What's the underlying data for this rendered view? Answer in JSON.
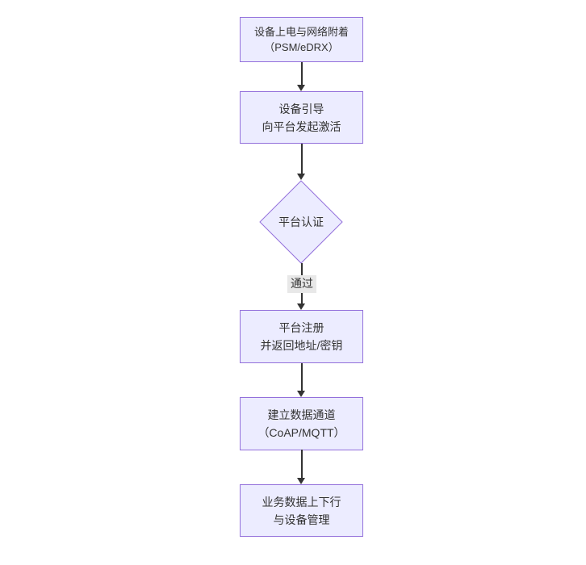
{
  "diagram": {
    "type": "flowchart-vertical",
    "colors": {
      "node_fill": "#ECECFF",
      "node_border": "#9370DB",
      "arrow": "#333333",
      "text": "#333333",
      "edge_label_bg": "#e8e8e8",
      "background": "#ffffff"
    },
    "nodes": {
      "power": {
        "line1": "设备上电与网络附着",
        "line2": "（PSM/eDRX）"
      },
      "bootstrap": {
        "line1": "设备引导",
        "line2": "向平台发起激活"
      },
      "auth": {
        "label": "平台认证",
        "shape": "diamond"
      },
      "register": {
        "line1": "平台注册",
        "line2": "并返回地址/密钥"
      },
      "channel": {
        "line1": "建立数据通道",
        "line2": "（CoAP/MQTT）"
      },
      "business": {
        "line1": "业务数据上下行",
        "line2": "与设备管理"
      }
    },
    "edges": {
      "pass_label": "通过"
    }
  }
}
